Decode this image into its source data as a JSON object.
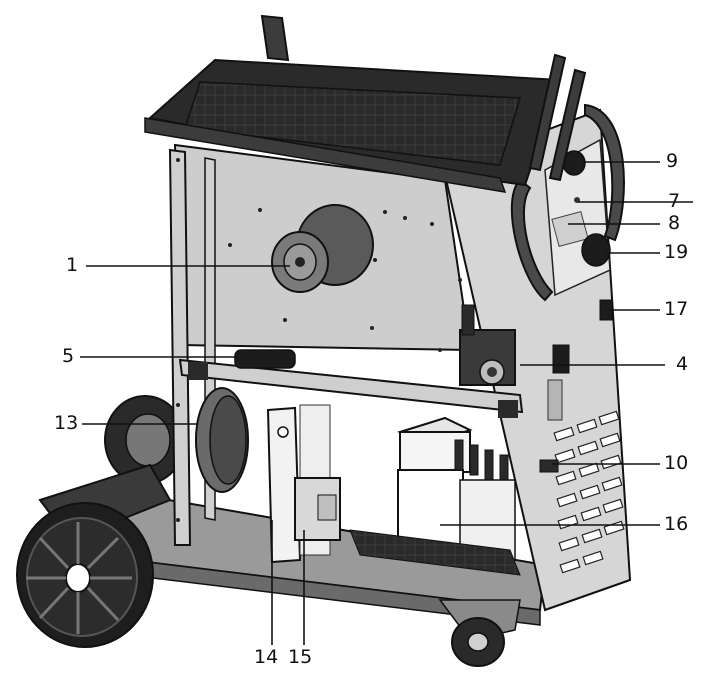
{
  "colors": {
    "outline": "#1a1a1a",
    "panel_light": "#dcdcdc",
    "panel_mid": "#bdbdbd",
    "panel_dark": "#4a4a4a",
    "black": "#1c1c1c",
    "white": "#f7f7f7"
  },
  "callouts": [
    {
      "id": "c1",
      "text": "1"
    },
    {
      "id": "c5",
      "text": "5"
    },
    {
      "id": "c13",
      "text": "13"
    },
    {
      "id": "c9",
      "text": "9"
    },
    {
      "id": "c7",
      "text": "7"
    },
    {
      "id": "c8",
      "text": "8"
    },
    {
      "id": "c19",
      "text": "19"
    },
    {
      "id": "c17",
      "text": "17"
    },
    {
      "id": "c4",
      "text": "4"
    },
    {
      "id": "c10",
      "text": "10"
    },
    {
      "id": "c16",
      "text": "16"
    },
    {
      "id": "c14",
      "text": "14"
    },
    {
      "id": "c15",
      "text": "15"
    }
  ]
}
